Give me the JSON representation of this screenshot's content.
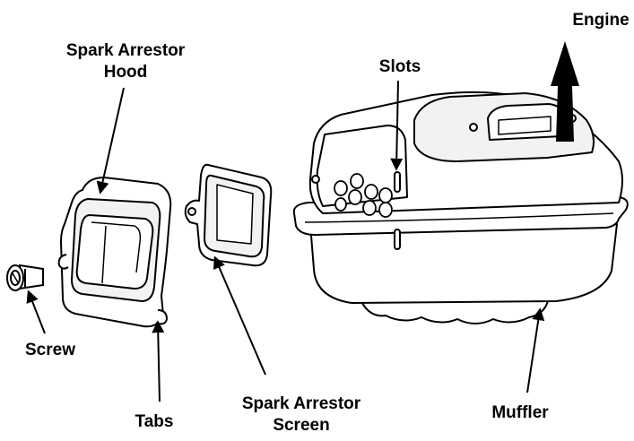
{
  "labels": {
    "engine": "Engine",
    "slots": "Slots",
    "hood_line1": "Spark Arrestor",
    "hood_line2": "Hood",
    "screw": "Screw",
    "tabs": "Tabs",
    "screen_line1": "Spark Arrestor",
    "screen_line2": "Screen",
    "muffler": "Muffler"
  },
  "colors": {
    "line": "#000000",
    "fill": "#ffffff",
    "shade": "#e6e6e6"
  }
}
